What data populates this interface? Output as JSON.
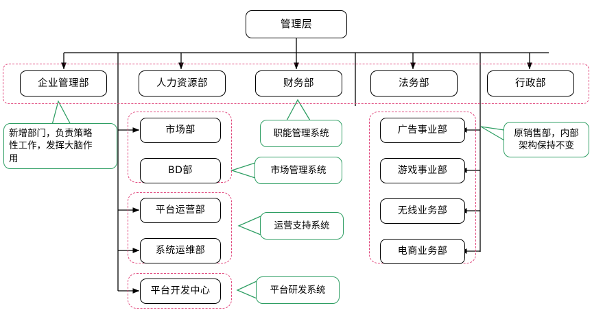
{
  "diagram": {
    "title_node": {
      "label": "管理层"
    },
    "level1": [
      {
        "label": "企业管理部"
      },
      {
        "label": "人力资源部"
      },
      {
        "label": "财务部"
      },
      {
        "label": "法务部"
      },
      {
        "label": "行政部"
      }
    ],
    "middle_column": [
      {
        "label": "市场部"
      },
      {
        "label": "BD部"
      },
      {
        "label": "平台运营部"
      },
      {
        "label": "系统运维部"
      },
      {
        "label": "平台开发中心"
      }
    ],
    "right_column": [
      {
        "label": "广告事业部"
      },
      {
        "label": "游戏事业部"
      },
      {
        "label": "无线业务部"
      },
      {
        "label": "电商业务部"
      }
    ],
    "systems": [
      {
        "label": "职能管理系统"
      },
      {
        "label": "市场管理系统"
      },
      {
        "label": "运营支持系统"
      },
      {
        "label": "平台研发系统"
      }
    ],
    "notes": {
      "left": {
        "line1": "新增部门，负责策略",
        "line2": "性工作，发挥大脑作",
        "line3": "用"
      },
      "right": {
        "line1": "原销售部，内部",
        "line2": "架构保持不变"
      }
    },
    "colors": {
      "node_border": "#000000",
      "group_border": "#e0457b",
      "callout_border": "#2e9e63",
      "connector": "#000000",
      "background": "#ffffff"
    }
  }
}
